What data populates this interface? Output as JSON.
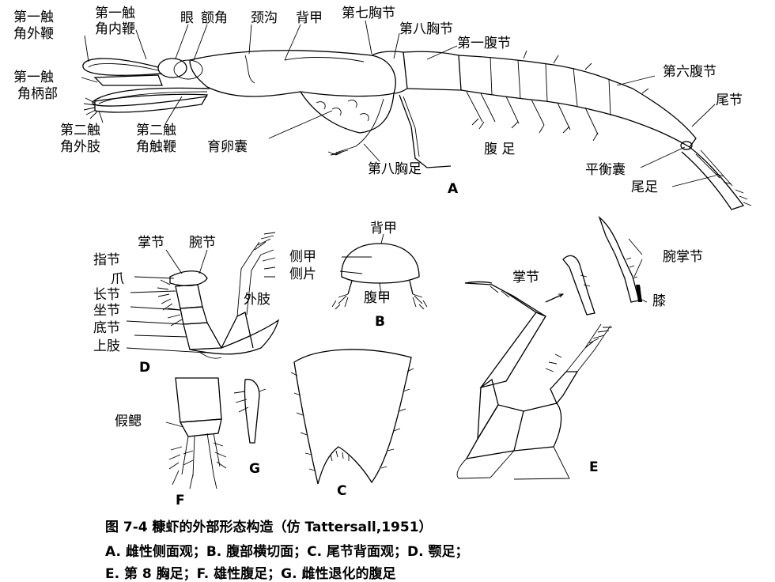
{
  "labels_a": {
    "antenna1_outer": [
      "第一触",
      "角外鞭"
    ],
    "antenna1_inner": [
      "第一触",
      "角内鞭"
    ],
    "eye": "眼",
    "forehead_angle": "额角",
    "neck_groove": "颈沟",
    "carapace": "背甲",
    "thoracic7": "第七胸节",
    "thoracic8": "第八胸节",
    "abdominal1": "第一腹节",
    "antenna1_base": [
      "第一触",
      "角柄部"
    ],
    "abdominal6": "第六腹节",
    "telson": "尾节",
    "antenna2_exopod": [
      "第二触",
      "角外肢"
    ],
    "antenna2_flagellum": [
      "第二触",
      "角触鞭"
    ],
    "brood_pouch": "育卵囊",
    "pleopod": "腹 足",
    "statocyst": "平衡囊",
    "uropod": "尾足",
    "thoracic_leg8": "第八胸足",
    "letter": "A"
  },
  "labels_b": {
    "carapace": "背甲",
    "lateral_shell": "侧甲",
    "lateral_plate": "侧片",
    "ventral_shell": "腹甲",
    "letter": "B"
  },
  "labels_d": {
    "propodus": "掌节",
    "carpus": "腕节",
    "dactylus": "指节",
    "claw": "爪",
    "merus": "长节",
    "ischium": "坐节",
    "basis": "底节",
    "epipod": "上肢",
    "exopod": "外肢",
    "letter": "D"
  },
  "labels_c": {
    "letter": "C"
  },
  "labels_e": {
    "propodus": "掌节",
    "carpopropodus": "腕掌节",
    "knee": "膝",
    "letter": "E"
  },
  "labels_f": {
    "pseudogill": "假鳃",
    "letter": "F"
  },
  "labels_g": {
    "letter": "G"
  },
  "caption": {
    "title": "图 7-4  糠虾的外部形态构造（仿 Tattersall,1951）",
    "line1": "A.  雌性侧面观；B.  腹部横切面；C.  尾节背面观；D.  颚足；",
    "line2": "E.  第 8 胸足；F.  雄性腹足；G.  雌性退化的腹足"
  }
}
